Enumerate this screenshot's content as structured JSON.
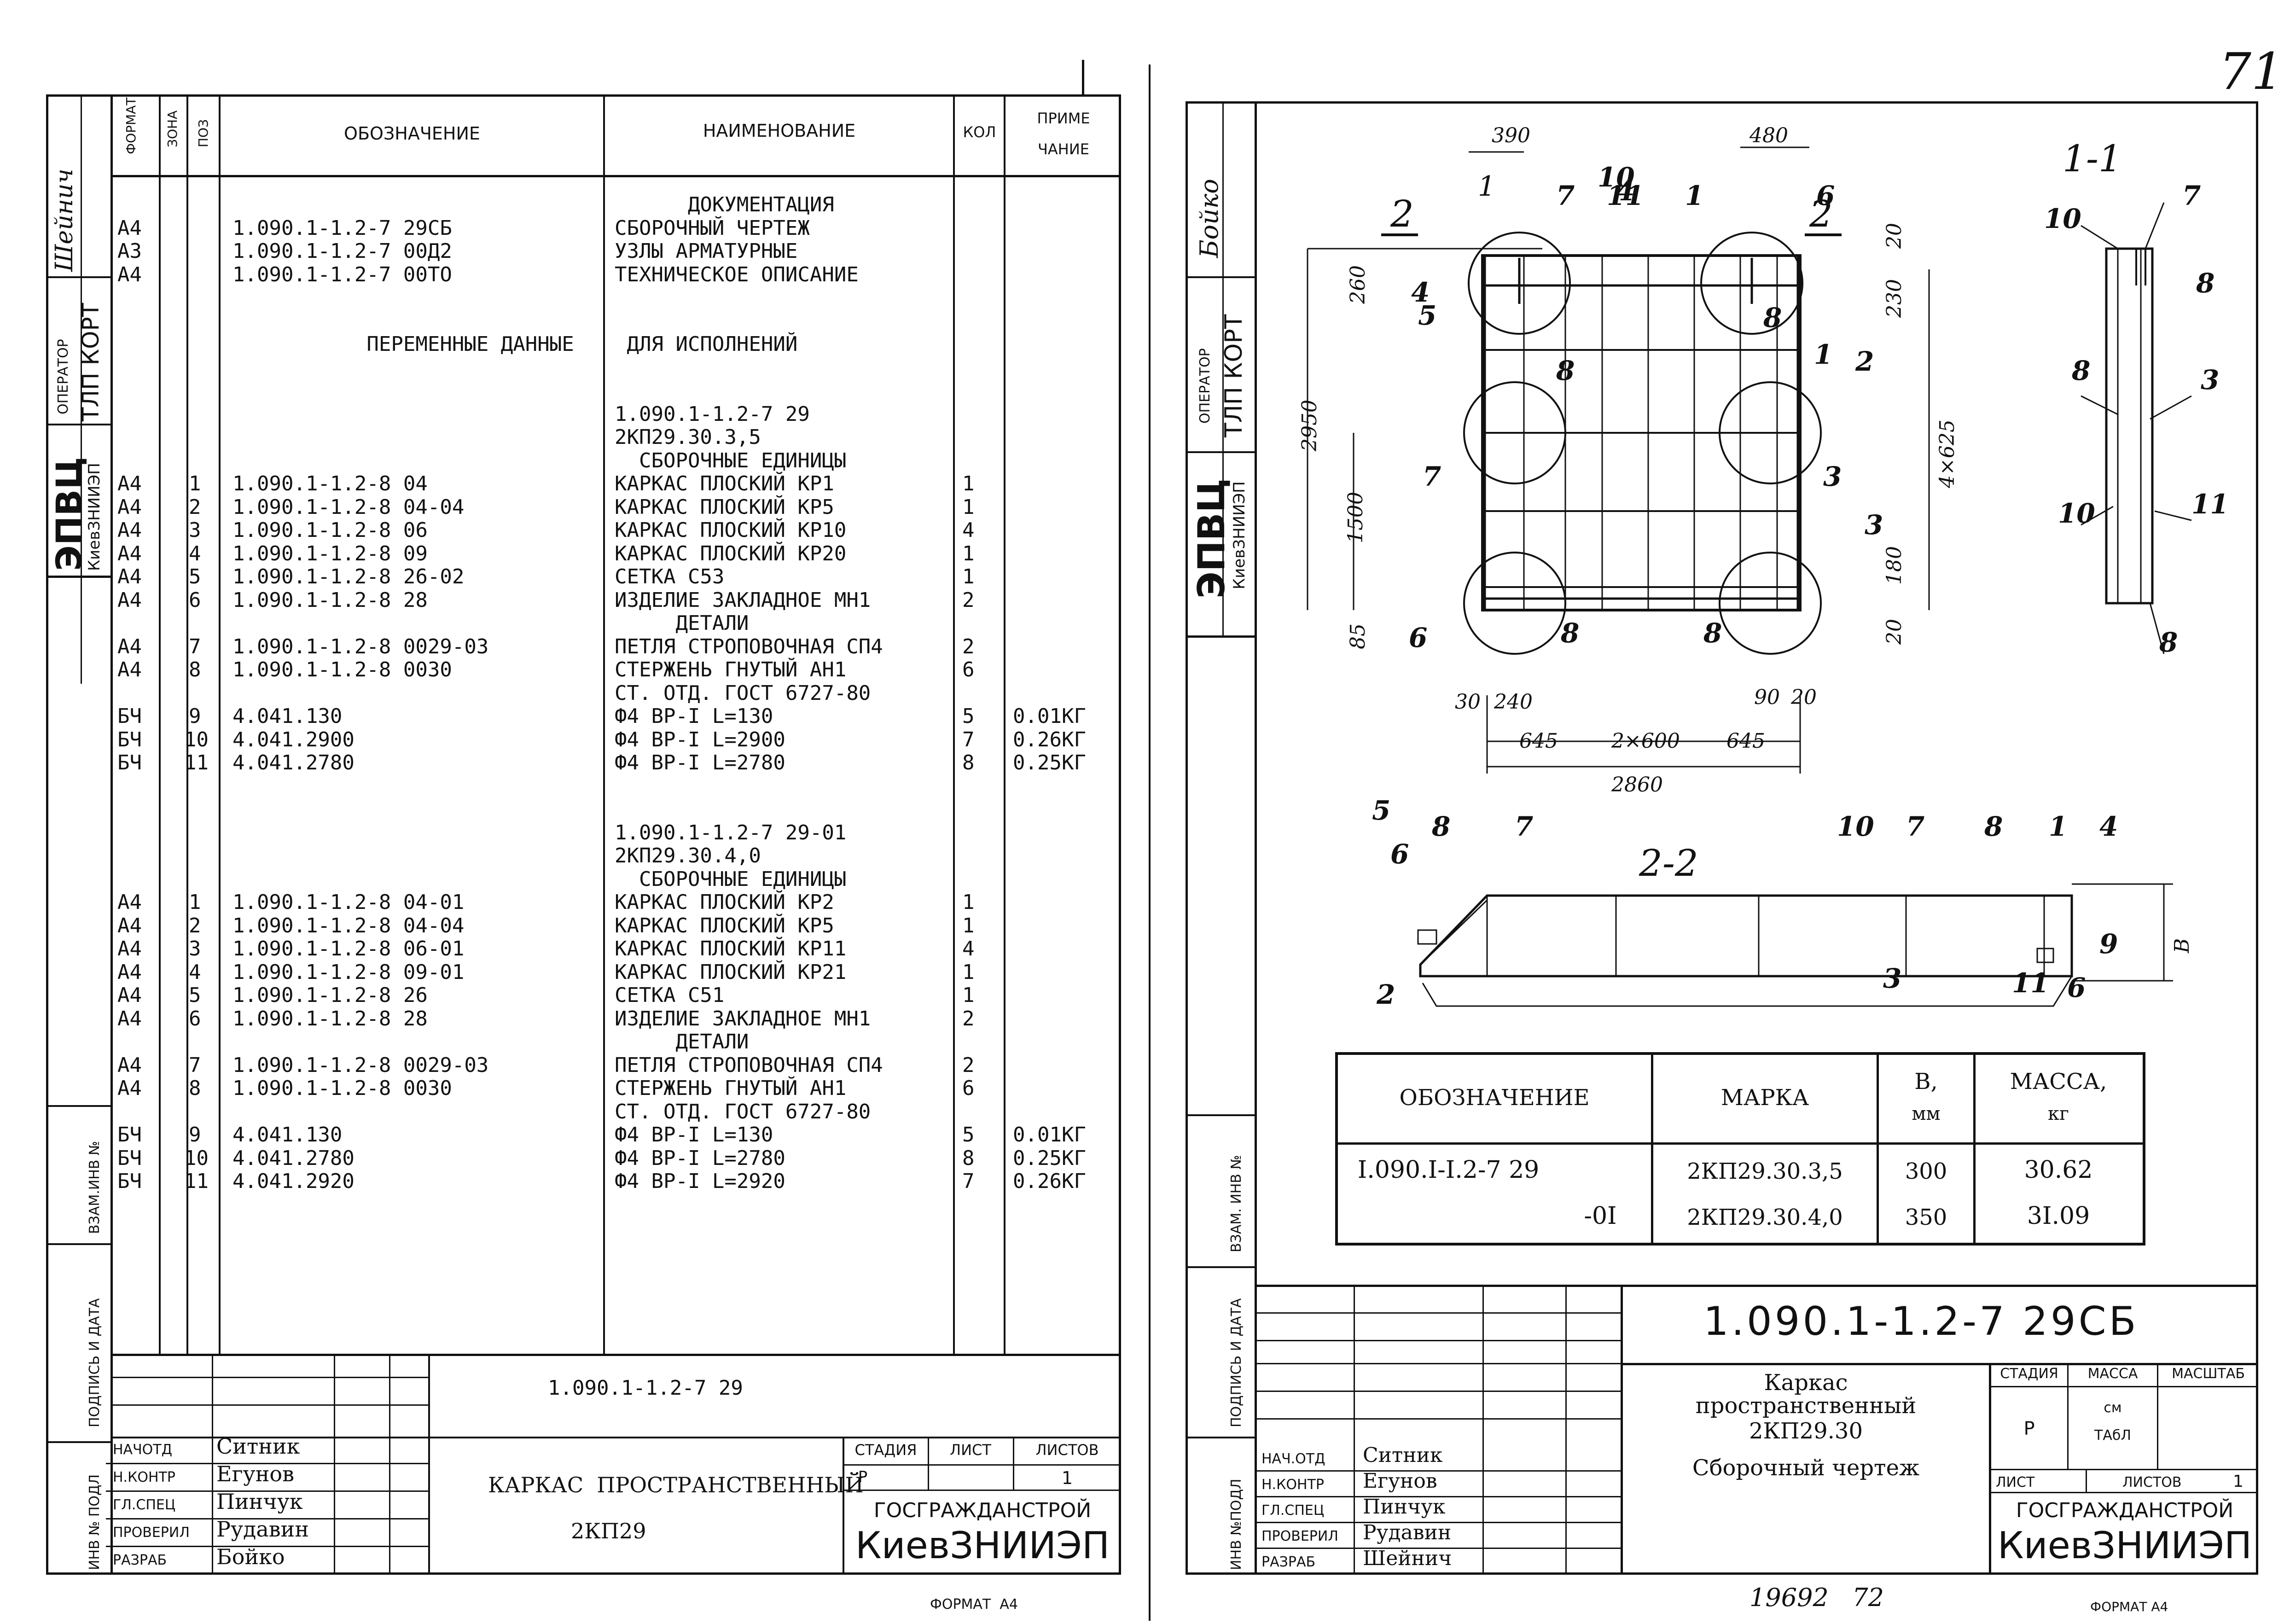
{
  "top_marks": {
    "right_corner": "71"
  },
  "left": {
    "side": {
      "signature1": "Шейнич",
      "operator_label": "ОПЕРАТОР",
      "operator_value": "ТЛП КОРТ",
      "org": "ЭПВЦ",
      "org_sub": "КиевЗНИИЭП",
      "inv_vzam": "ВЗАМ.ИНВ №",
      "podpis": "ПОДПИСЬ И ДАТА",
      "inv_podl": "ИНВ № ПОДЛ"
    },
    "headers": {
      "format": "ФОРМАТ",
      "zona": "ЗОНА",
      "poz": "ПОЗ",
      "oboz": "ОБОЗНАЧЕНИЕ",
      "naim": "НАИМЕНОВАНИЕ",
      "kol": "КОЛ",
      "prim1": "ПРИМЕ",
      "prim2": "ЧАНИЕ"
    },
    "rows": [
      {
        "f": "",
        "z": "",
        "p": "",
        "o": "",
        "n": "      ДОКУМЕНТАЦИЯ",
        "k": "",
        "pr": ""
      },
      {
        "f": "А4",
        "z": "",
        "p": "",
        "o": "1.090.1-1.2-7 29СБ",
        "n": "СБОРОЧНЫЙ ЧЕРТЕЖ",
        "k": "",
        "pr": ""
      },
      {
        "f": "А3",
        "z": "",
        "p": "",
        "o": "1.090.1-1.2-7 00Д2",
        "n": "УЗЛЫ АРМАТУРНЫЕ",
        "k": "",
        "pr": ""
      },
      {
        "f": "А4",
        "z": "",
        "p": "",
        "o": "1.090.1-1.2-7 00ТО",
        "n": "ТЕХНИЧЕСКОЕ ОПИСАНИЕ",
        "k": "",
        "pr": ""
      },
      {
        "f": "",
        "z": "",
        "p": "",
        "o": "",
        "n": "",
        "k": "",
        "pr": ""
      },
      {
        "f": "",
        "z": "",
        "p": "",
        "o": "",
        "n": "",
        "k": "",
        "pr": ""
      },
      {
        "f": "",
        "z": "",
        "p": "",
        "o": "           ПЕРЕМЕННЫЕ ДАННЫЕ",
        "n": " ДЛЯ ИСПОЛНЕНИЙ",
        "k": "",
        "pr": ""
      },
      {
        "f": "",
        "z": "",
        "p": "",
        "o": "",
        "n": "",
        "k": "",
        "pr": ""
      },
      {
        "f": "",
        "z": "",
        "p": "",
        "o": "",
        "n": "",
        "k": "",
        "pr": ""
      },
      {
        "f": "",
        "z": "",
        "p": "",
        "o": "",
        "n": "1.090.1-1.2-7 29",
        "k": "",
        "pr": ""
      },
      {
        "f": "",
        "z": "",
        "p": "",
        "o": "",
        "n": "2КП29.30.3,5",
        "k": "",
        "pr": ""
      },
      {
        "f": "",
        "z": "",
        "p": "",
        "o": "",
        "n": "  СБОРОЧНЫЕ ЕДИНИЦЫ",
        "k": "",
        "pr": ""
      },
      {
        "f": "А4",
        "z": "",
        "p": "1",
        "o": "1.090.1-1.2-8 04",
        "n": "КАРКАС ПЛОСКИЙ КР1",
        "k": "1",
        "pr": ""
      },
      {
        "f": "А4",
        "z": "",
        "p": "2",
        "o": "1.090.1-1.2-8 04-04",
        "n": "КАРКАС ПЛОСКИЙ КР5",
        "k": "1",
        "pr": ""
      },
      {
        "f": "А4",
        "z": "",
        "p": "3",
        "o": "1.090.1-1.2-8 06",
        "n": "КАРКАС ПЛОСКИЙ КР10",
        "k": "4",
        "pr": ""
      },
      {
        "f": "А4",
        "z": "",
        "p": "4",
        "o": "1.090.1-1.2-8 09",
        "n": "КАРКАС ПЛОСКИЙ КР20",
        "k": "1",
        "pr": ""
      },
      {
        "f": "А4",
        "z": "",
        "p": "5",
        "o": "1.090.1-1.2-8 26-02",
        "n": "СЕТКА С53",
        "k": "1",
        "pr": ""
      },
      {
        "f": "А4",
        "z": "",
        "p": "6",
        "o": "1.090.1-1.2-8 28",
        "n": "ИЗДЕЛИЕ ЗАКЛАДНОЕ МН1",
        "k": "2",
        "pr": ""
      },
      {
        "f": "",
        "z": "",
        "p": "",
        "o": "",
        "n": "     ДЕТАЛИ",
        "k": "",
        "pr": ""
      },
      {
        "f": "А4",
        "z": "",
        "p": "7",
        "o": "1.090.1-1.2-8 0029-03",
        "n": "ПЕТЛЯ СТРОПОВОЧНАЯ СП4",
        "k": "2",
        "pr": ""
      },
      {
        "f": "А4",
        "z": "",
        "p": "8",
        "o": "1.090.1-1.2-8 0030",
        "n": "СТЕРЖЕНЬ ГНУТЫЙ АН1",
        "k": "6",
        "pr": ""
      },
      {
        "f": "",
        "z": "",
        "p": "",
        "o": "",
        "n": "СТ. ОТД. ГОСТ 6727-80",
        "k": "",
        "pr": ""
      },
      {
        "f": "БЧ",
        "z": "",
        "p": "9",
        "o": "4.041.130",
        "n": "Ф4 ВР-I L=130",
        "k": "5",
        "pr": "0.01КГ"
      },
      {
        "f": "БЧ",
        "z": "",
        "p": "10",
        "o": "4.041.2900",
        "n": "Ф4 ВР-I L=2900",
        "k": "7",
        "pr": "0.26КГ"
      },
      {
        "f": "БЧ",
        "z": "",
        "p": "11",
        "o": "4.041.2780",
        "n": "Ф4 ВР-I L=2780",
        "k": "8",
        "pr": "0.25КГ"
      },
      {
        "f": "",
        "z": "",
        "p": "",
        "o": "",
        "n": "",
        "k": "",
        "pr": ""
      },
      {
        "f": "",
        "z": "",
        "p": "",
        "o": "",
        "n": "",
        "k": "",
        "pr": ""
      },
      {
        "f": "",
        "z": "",
        "p": "",
        "o": "",
        "n": "1.090.1-1.2-7 29-01",
        "k": "",
        "pr": ""
      },
      {
        "f": "",
        "z": "",
        "p": "",
        "o": "",
        "n": "2КП29.30.4,0",
        "k": "",
        "pr": ""
      },
      {
        "f": "",
        "z": "",
        "p": "",
        "o": "",
        "n": "  СБОРОЧНЫЕ ЕДИНИЦЫ",
        "k": "",
        "pr": ""
      },
      {
        "f": "А4",
        "z": "",
        "p": "1",
        "o": "1.090.1-1.2-8 04-01",
        "n": "КАРКАС ПЛОСКИЙ КР2",
        "k": "1",
        "pr": ""
      },
      {
        "f": "А4",
        "z": "",
        "p": "2",
        "o": "1.090.1-1.2-8 04-04",
        "n": "КАРКАС ПЛОСКИЙ КР5",
        "k": "1",
        "pr": ""
      },
      {
        "f": "А4",
        "z": "",
        "p": "3",
        "o": "1.090.1-1.2-8 06-01",
        "n": "КАРКАС ПЛОСКИЙ КР11",
        "k": "4",
        "pr": ""
      },
      {
        "f": "А4",
        "z": "",
        "p": "4",
        "o": "1.090.1-1.2-8 09-01",
        "n": "КАРКАС ПЛОСКИЙ КР21",
        "k": "1",
        "pr": ""
      },
      {
        "f": "А4",
        "z": "",
        "p": "5",
        "o": "1.090.1-1.2-8 26",
        "n": "СЕТКА С51",
        "k": "1",
        "pr": ""
      },
      {
        "f": "А4",
        "z": "",
        "p": "6",
        "o": "1.090.1-1.2-8 28",
        "n": "ИЗДЕЛИЕ ЗАКЛАДНОЕ МН1",
        "k": "2",
        "pr": ""
      },
      {
        "f": "",
        "z": "",
        "p": "",
        "o": "",
        "n": "     ДЕТАЛИ",
        "k": "",
        "pr": ""
      },
      {
        "f": "А4",
        "z": "",
        "p": "7",
        "o": "1.090.1-1.2-8 0029-03",
        "n": "ПЕТЛЯ СТРОПОВОЧНАЯ СП4",
        "k": "2",
        "pr": ""
      },
      {
        "f": "А4",
        "z": "",
        "p": "8",
        "o": "1.090.1-1.2-8 0030",
        "n": "СТЕРЖЕНЬ ГНУТЫЙ АН1",
        "k": "6",
        "pr": ""
      },
      {
        "f": "",
        "z": "",
        "p": "",
        "o": "",
        "n": "СТ. ОТД. ГОСТ 6727-80",
        "k": "",
        "pr": ""
      },
      {
        "f": "БЧ",
        "z": "",
        "p": "9",
        "o": "4.041.130",
        "n": "Ф4 ВР-I L=130",
        "k": "5",
        "pr": "0.01КГ"
      },
      {
        "f": "БЧ",
        "z": "",
        "p": "10",
        "o": "4.041.2780",
        "n": "Ф4 ВР-I L=2780",
        "k": "8",
        "pr": "0.25КГ"
      },
      {
        "f": "БЧ",
        "z": "",
        "p": "11",
        "o": "4.041.2920",
        "n": "Ф4 ВР-I L=2920",
        "k": "7",
        "pr": "0.26КГ"
      }
    ],
    "stamp": {
      "code": "1.090.1-1.2-7 29",
      "title": "КАРКАС  ПРОСТРАНСТВЕННЫЙ",
      "mark": "2КП29",
      "stadia": "СТАДИЯ",
      "list": "ЛИСТ",
      "listov": "ЛИСТОВ",
      "stadia_val": "Р",
      "listov_val": "1",
      "org1": "ГОСГРАЖДАНСТРОЙ",
      "org2": "КиевЗНИИЭП",
      "roles": [
        "НАЧОТД",
        "Н.КОНТР",
        "ГЛ.СПЕЦ",
        "ПРОВЕРИЛ",
        "РАЗРАБ"
      ],
      "names": [
        "Ситник",
        "Егунов",
        "Пинчук",
        "Рудавин",
        "Бойко"
      ]
    },
    "format": "ФОРМАТ  А4"
  },
  "right": {
    "side": {
      "signature1": "Бойко",
      "operator_label": "ОПЕРАТОР",
      "operator_value": "ТЛП КОРТ",
      "org": "ЭПВЦ",
      "org_sub": "КиевЗНИИЭП",
      "inv_vzam": "ВЗАМ. ИНВ №",
      "podpis": "ПОДПИСЬ И ДАТА",
      "inv_podl": "ИНВ №ПОДЛ"
    },
    "drawing": {
      "dims": {
        "d390": "390",
        "d480": "480",
        "d260": "260",
        "d230": "230",
        "d20a": "20",
        "d2950": "2950",
        "d1500": "1500",
        "d4x625": "4×625",
        "d180": "180",
        "d85": "85",
        "d20b": "20",
        "d30": "30",
        "d240": "240",
        "d90": "90",
        "d20c": "20",
        "d645a": "645",
        "d2x600": "2×600",
        "d645b": "645",
        "d2860": "2860",
        "dB": "B"
      },
      "section11": "1-1",
      "section22": "2-2",
      "cut1": "1",
      "cut2": "2",
      "pos": [
        "1",
        "2",
        "3",
        "4",
        "5",
        "6",
        "7",
        "8",
        "9",
        "10",
        "11"
      ]
    },
    "table": {
      "h_oboz": "ОБОЗНАЧЕНИЕ",
      "h_marka": "МАРКА",
      "h_b": "В,",
      "h_b_unit": "мм",
      "h_massa": "МАССА,",
      "h_massa_unit": "кг",
      "rows": [
        {
          "oboz": "I.090.I-I.2-7 29",
          "marka": "2КП29.30.3,5",
          "b": "300",
          "massa": "30.62"
        },
        {
          "oboz": "-0I",
          "marka": "2КП29.30.4,0",
          "b": "350",
          "massa": "3I.09"
        }
      ]
    },
    "stamp": {
      "code": "1.090.1-1.2-7 29СБ",
      "title1": "Каркас",
      "title2": "пространственный",
      "title3": "2КП29.30",
      "title4": "Сборочный  чертеж",
      "stadia": "СТАДИЯ",
      "massa": "МАССА",
      "masshtab": "МАСШТАБ",
      "stadia_val": "Р",
      "massa_val1": "см",
      "massa_val2": "ТАбЛ",
      "list": "ЛИСТ",
      "listov": "ЛИСТОВ",
      "listov_val": "1",
      "org1": "ГОСГРАЖДАНСТРОЙ",
      "org2": "КиевЗНИИЭП",
      "roles": [
        "НАЧ.ОТД",
        "Н.КОНТР",
        "ГЛ.СПЕЦ",
        "ПРОВЕРИЛ",
        "РАЗРАБ"
      ],
      "names": [
        "Ситник",
        "Егунов",
        "Пинчук",
        "Рудавин",
        "Шейнич"
      ]
    },
    "bottom_number": "19692   72",
    "format": "ФОРМАТ А4"
  }
}
